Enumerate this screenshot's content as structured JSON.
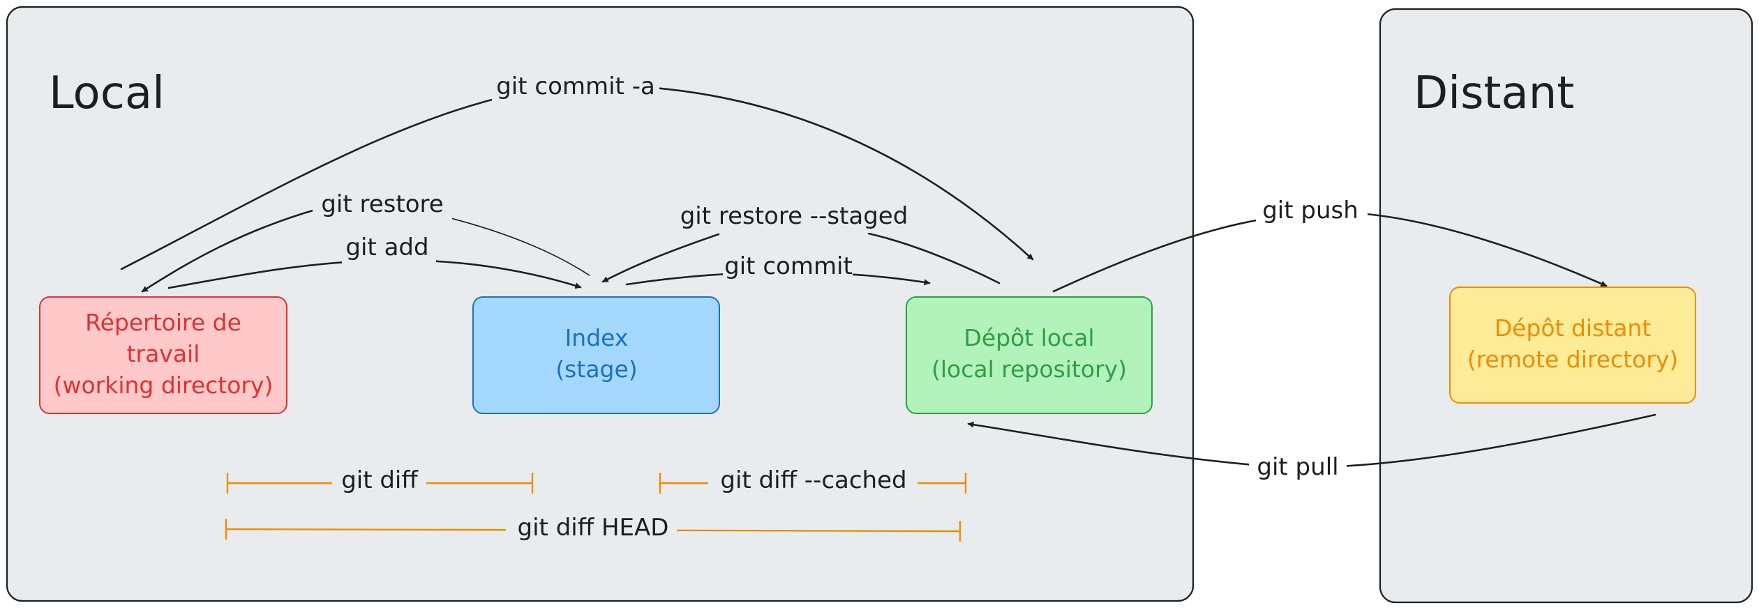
{
  "colors": {
    "region_fill": "#e9ecef",
    "stroke": "#1e1e1e",
    "working_fill": "#ffc9c9",
    "working_stroke": "#e03131",
    "index_fill": "#a5d8ff",
    "index_stroke": "#1971c2",
    "local_fill": "#b2f2bb",
    "local_stroke": "#2f9e44",
    "remote_fill": "#ffec99",
    "remote_stroke": "#f08c00",
    "span": "#f08c00"
  },
  "regions": {
    "local": {
      "title": "Local"
    },
    "distant": {
      "title": "Distant"
    }
  },
  "nodes": {
    "working": {
      "lines": [
        "Répertoire de",
        "travail",
        "(working directory)"
      ]
    },
    "index": {
      "lines": [
        "Index",
        "(stage)"
      ]
    },
    "local_repo": {
      "lines": [
        "Dépôt local",
        "(local repository)"
      ]
    },
    "remote_repo": {
      "lines": [
        "Dépôt distant",
        "(remote directory)"
      ]
    }
  },
  "edges": {
    "commit_a": "git commit -a",
    "restore": "git restore",
    "add": "git add",
    "restore_staged": "git restore --staged",
    "commit": "git commit",
    "push": "git push",
    "pull": "git pull"
  },
  "spans": {
    "diff": "git diff",
    "diff_cached": "git diff --cached",
    "diff_head": "git diff HEAD"
  }
}
